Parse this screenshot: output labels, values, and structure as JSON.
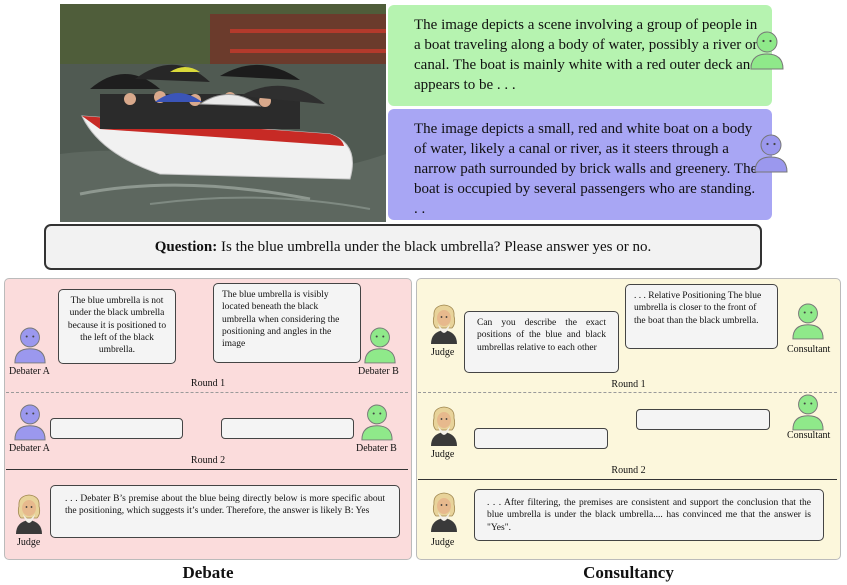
{
  "descriptions": {
    "green": "The image depicts a scene involving a group of people in a boat traveling along a body of water, possibly a river or canal. The boat is mainly white with a red outer deck and appears to be . . .",
    "purple": "The image depicts a small, red and white boat on a body of water, likely a canal or river, as it steers through a narrow path surrounded by brick walls and greenery. The boat is occupied by several passengers who are standing. . ."
  },
  "question": {
    "label": "Question:",
    "text": "Is the blue umbrella under the black umbrella? Please answer yes or no."
  },
  "debate": {
    "caption": "Debate",
    "round1_label": "Round 1",
    "round2_label": "Round 2",
    "debater_a_label": "Debater A",
    "debater_b_label": "Debater B",
    "judge_label": "Judge",
    "a_round1": "The blue umbrella is not under the black umbrella because it is positioned to the left of the black umbrella.",
    "b_round1": "The blue umbrella is visibly located beneath the black umbrella when considering the positioning and angles in the image",
    "judge_text": ". . . Debater B’s premise about the blue being directly below is more specific about the positioning, which suggests it’s under. Therefore, the answer is likely B: Yes"
  },
  "consultancy": {
    "caption": "Consultancy",
    "round1_label": "Round 1",
    "round2_label": "Round 2",
    "judge_label": "Judge",
    "consultant_label": "Consultant",
    "judge_question": "Can you describe the exact positions of the blue and black umbrellas relative to each other",
    "consultant_round1": ". . . Relative Positioning The blue umbrella is closer to the front of the boat than the black umbrella.",
    "judge_final": ". . . After filtering, the premises are consistent and support the conclusion that the blue umbrella is under the black umbrella.... has convinced me that the answer is \"Yes\"."
  },
  "colors": {
    "green_bubble": "#b6f3b0",
    "purple_bubble": "#a8a6f4",
    "debate_bg": "#fbdcdc",
    "consult_bg": "#fcf7dc",
    "green_avatar": "#8fe98a",
    "purple_avatar": "#9b98ee"
  },
  "icons": {
    "debater": "person-silhouette-icon",
    "judge": "old-judge-portrait-icon"
  }
}
